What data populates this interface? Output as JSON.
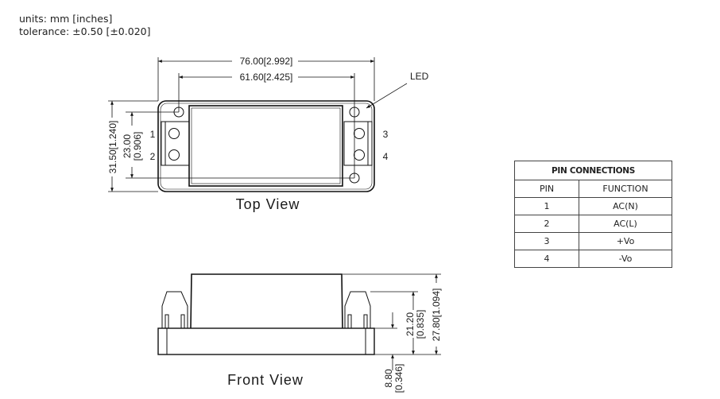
{
  "notes": {
    "units": "units: mm [inches]",
    "tolerance": "tolerance: ±0.50 [±0.020]"
  },
  "top_view": {
    "title": "Top View",
    "led_label": "LED",
    "pin_labels": [
      "1",
      "2",
      "3",
      "4"
    ],
    "dims": {
      "length": "76.00[2.992]",
      "hole_spacing": "61.60[2.425]",
      "width": "31.50[1.240]",
      "hole_vertical_mm": "23.00",
      "hole_vertical_in": "[0.906]"
    }
  },
  "front_view": {
    "title": "Front View",
    "dims": {
      "total_height": "27.80[1.094]",
      "connector_height_mm": "21.20",
      "connector_height_in": "[0.835]",
      "base_height_mm": "8.80",
      "base_height_in": "[0.346]"
    }
  },
  "pin_table": {
    "title": "PIN CONNECTIONS",
    "headers": [
      "PIN",
      "FUNCTION"
    ],
    "rows": [
      {
        "pin": "1",
        "function": "AC(N)"
      },
      {
        "pin": "2",
        "function": "AC(L)"
      },
      {
        "pin": "3",
        "function": "+Vo"
      },
      {
        "pin": "4",
        "function": "-Vo"
      }
    ]
  }
}
